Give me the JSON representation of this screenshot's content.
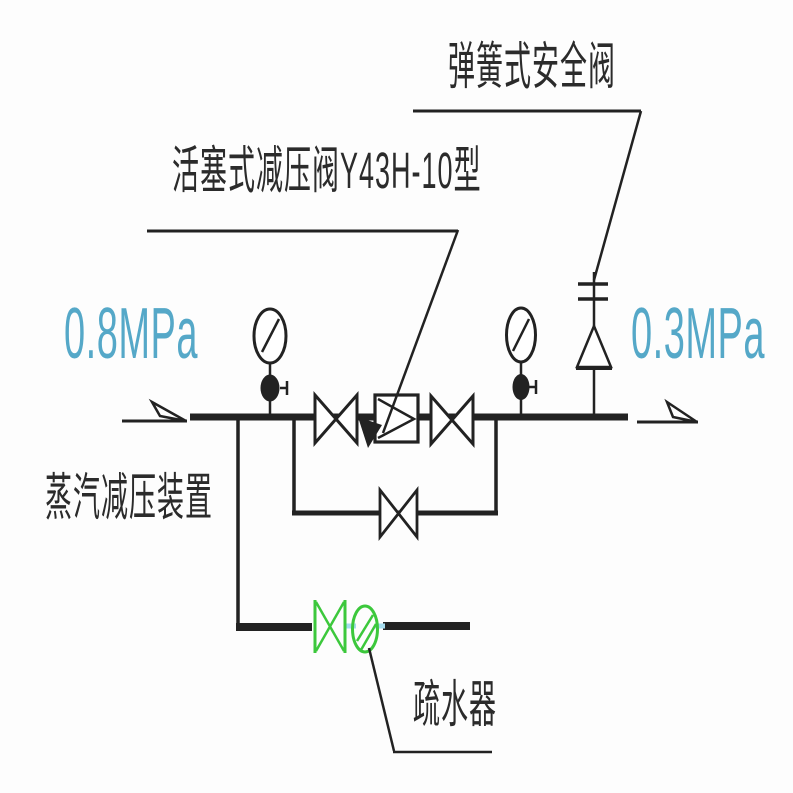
{
  "diagram": {
    "labels": {
      "safety_valve": "弹簧式安全阀",
      "reducing_valve": "活塞式减压阀Y43H-10型",
      "inlet_pressure": "0.8MPa",
      "outlet_pressure": "0.3MPa",
      "device": "蒸汽减压装置",
      "steam_trap": "疏水器"
    },
    "colors": {
      "line": "#222222",
      "text": "#2b2b2b",
      "pressure_text": "#55a8c8",
      "trap_green": "#3cc83c",
      "trap_connector": "#a5dcee",
      "background": "#fdfdfd"
    }
  }
}
